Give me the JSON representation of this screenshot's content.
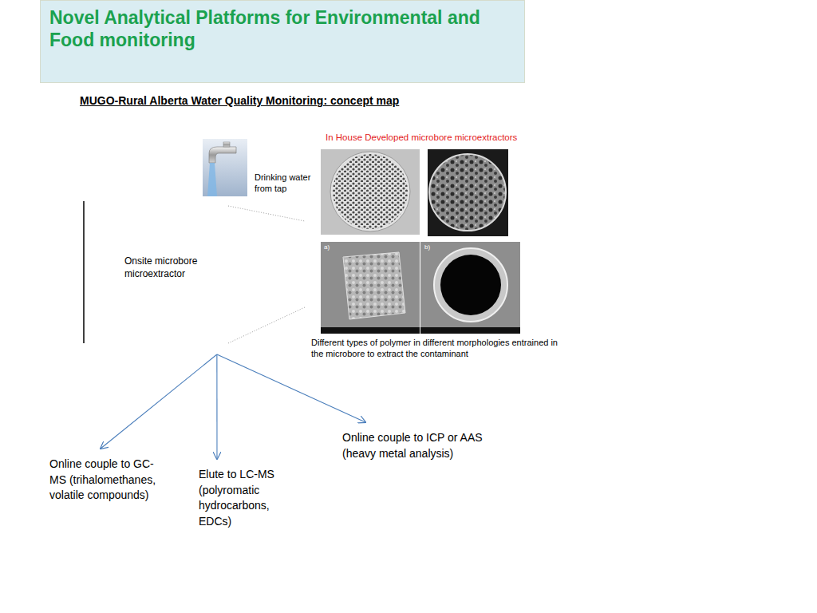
{
  "diagram": {
    "title": "Novel Analytical Platforms for Environmental and Food monitoring",
    "nodes": [
      {
        "text": [
          "Onsite microbore microextractor"
        ]
      },
      {
        "text": [
          "Online couple to GC-MS (trihalomethanes, volatile compounds)"
        ]
      },
      {
        "text": [
          "Elute to LC-MS (polyromatic hydrocarbons, EDCs)"
        ]
      },
      {
        "text": [
          "Online couple to ICP or AAS (heavy metal analysis)"
        ]
      }
    ],
    "edges": [
      {
        "from": 0,
        "to": 1,
        "arrow": "to"
      },
      {
        "from": 0,
        "to": 2,
        "arrow": "to"
      },
      {
        "from": 0,
        "to": 3,
        "arrow": "to"
      }
    ],
    "labels": [
      "MUGO-Rural Alberta Water Quality Monitoring: concept map",
      "In House Developed microbore microextractors",
      "Drinking water from tap",
      "Different types of polymer in different morphologies entrained in the microbore to extract the contaminant",
      "a)",
      "b)"
    ]
  }
}
